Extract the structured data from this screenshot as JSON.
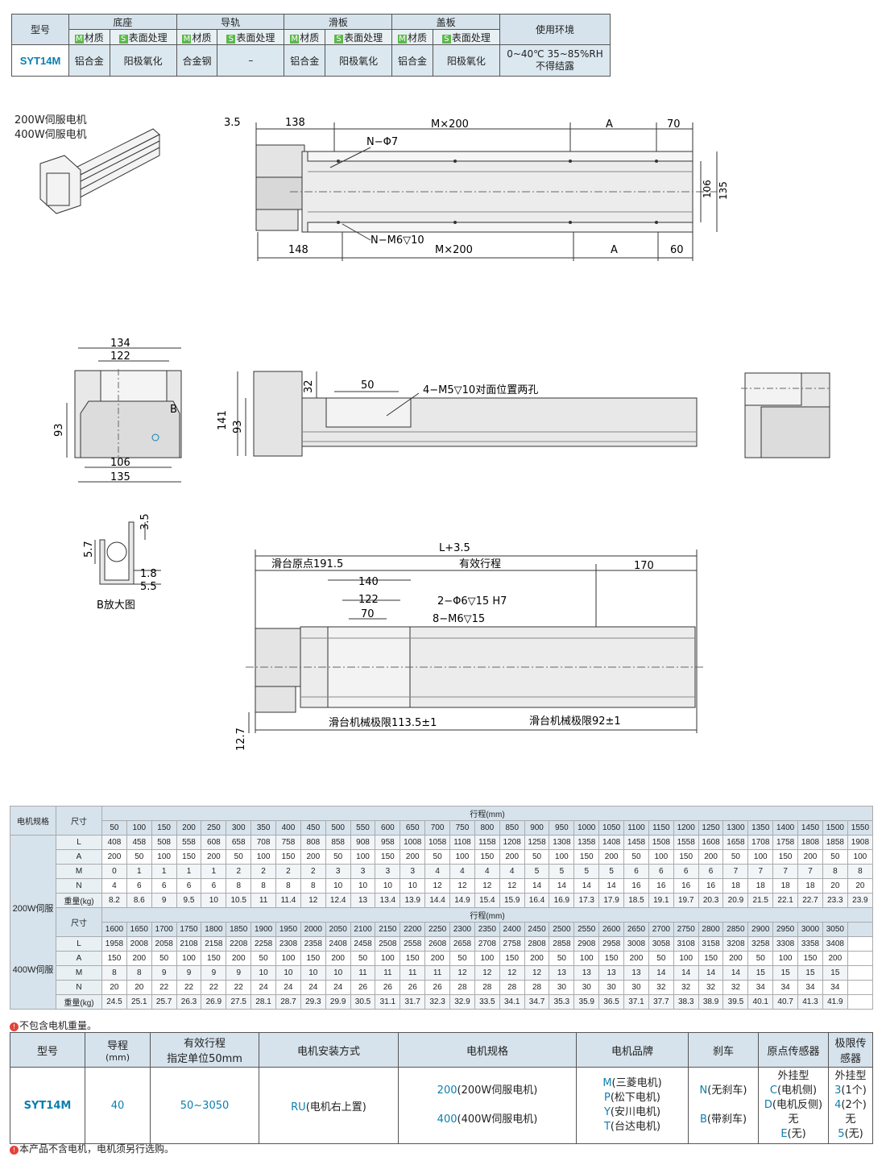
{
  "spec_table": {
    "model_header": "型号",
    "groups": [
      "底座",
      "导轨",
      "滑板",
      "盖板"
    ],
    "env_header": "使用环境",
    "sub_m": "材质",
    "sub_s": "表面处理",
    "tag_m": "M",
    "tag_s": "S",
    "model": "SYT14M",
    "values": [
      "铝合金",
      "阳极氧化",
      "合金钢",
      "–",
      "铝合金",
      "阳极氧化",
      "铝合金",
      "阳极氧化"
    ],
    "env_line1": "0~40℃ 35~85%RH",
    "env_line2": "不得结露"
  },
  "motor_labels": [
    "200W伺服电机",
    "400W伺服电机"
  ],
  "drawing": {
    "top_view": {
      "dims_top": [
        "3.5",
        "138",
        "M×200",
        "A",
        "70"
      ],
      "dims_bottom": [
        "148",
        "M×200",
        "A",
        "60"
      ],
      "hole_top": "N−Φ7",
      "hole_bottom": "N−M6▽10",
      "dims_right": [
        "106",
        "135"
      ]
    },
    "end_view": {
      "dims": [
        "134",
        "122",
        "93",
        "106",
        "135"
      ],
      "callout": "B"
    },
    "side_view": {
      "dims": [
        "32",
        "50",
        "141",
        "93"
      ],
      "note": "4−M5▽10对面位置两孔"
    },
    "detail_b": {
      "dims": [
        "3.5",
        "5.7",
        "1.8",
        "5.5"
      ],
      "caption": "B放大图"
    },
    "bottom_view": {
      "overall": "L+3.5",
      "origin": "滑台原点191.5",
      "stroke": "有效行程",
      "end": "170",
      "dims": [
        "140",
        "122",
        "70"
      ],
      "hole1": "2−Φ6▽15 H7",
      "hole2": "8−M6▽15",
      "limit_left": "滑台机械极限113.5±1",
      "limit_right": "滑台机械极限92±1",
      "height": "12.7"
    }
  },
  "stroke_table": {
    "motor_header": "电机规格",
    "dim_header": "尺寸",
    "stroke_header": "行程(mm)",
    "row_labels": [
      "L",
      "A",
      "M",
      "N",
      "重量(kg)"
    ],
    "side_label1": "200W伺服",
    "side_label2": "400W伺服",
    "block1": {
      "strokes": [
        "50",
        "100",
        "150",
        "200",
        "250",
        "300",
        "350",
        "400",
        "450",
        "500",
        "550",
        "600",
        "650",
        "700",
        "750",
        "800",
        "850",
        "900",
        "950",
        "1000",
        "1050",
        "1100",
        "1150",
        "1200",
        "1250",
        "1300",
        "1350",
        "1400",
        "1450",
        "1500",
        "1550"
      ],
      "L": [
        "408",
        "458",
        "508",
        "558",
        "608",
        "658",
        "708",
        "758",
        "808",
        "858",
        "908",
        "958",
        "1008",
        "1058",
        "1108",
        "1158",
        "1208",
        "1258",
        "1308",
        "1358",
        "1408",
        "1458",
        "1508",
        "1558",
        "1608",
        "1658",
        "1708",
        "1758",
        "1808",
        "1858",
        "1908"
      ],
      "A": [
        "200",
        "50",
        "100",
        "150",
        "200",
        "50",
        "100",
        "150",
        "200",
        "50",
        "100",
        "150",
        "200",
        "50",
        "100",
        "150",
        "200",
        "50",
        "100",
        "150",
        "200",
        "50",
        "100",
        "150",
        "200",
        "50",
        "100",
        "150",
        "200",
        "50",
        "100"
      ],
      "M": [
        "0",
        "1",
        "1",
        "1",
        "1",
        "2",
        "2",
        "2",
        "2",
        "3",
        "3",
        "3",
        "3",
        "4",
        "4",
        "4",
        "4",
        "5",
        "5",
        "5",
        "5",
        "6",
        "6",
        "6",
        "6",
        "7",
        "7",
        "7",
        "7",
        "8",
        "8"
      ],
      "N": [
        "4",
        "6",
        "6",
        "6",
        "6",
        "8",
        "8",
        "8",
        "8",
        "10",
        "10",
        "10",
        "10",
        "12",
        "12",
        "12",
        "12",
        "14",
        "14",
        "14",
        "14",
        "16",
        "16",
        "16",
        "16",
        "18",
        "18",
        "18",
        "18",
        "20",
        "20"
      ],
      "W": [
        "8.2",
        "8.6",
        "9",
        "9.5",
        "10",
        "10.5",
        "11",
        "11.4",
        "12",
        "12.4",
        "13",
        "13.4",
        "13.9",
        "14.4",
        "14.9",
        "15.4",
        "15.9",
        "16.4",
        "16.9",
        "17.3",
        "17.9",
        "18.5",
        "19.1",
        "19.7",
        "20.3",
        "20.9",
        "21.5",
        "22.1",
        "22.7",
        "23.3",
        "23.9"
      ]
    },
    "block2": {
      "strokes": [
        "1600",
        "1650",
        "1700",
        "1750",
        "1800",
        "1850",
        "1900",
        "1950",
        "2000",
        "2050",
        "2100",
        "2150",
        "2200",
        "2250",
        "2300",
        "2350",
        "2400",
        "2450",
        "2500",
        "2550",
        "2600",
        "2650",
        "2700",
        "2750",
        "2800",
        "2850",
        "2900",
        "2950",
        "3000",
        "3050"
      ],
      "L": [
        "1958",
        "2008",
        "2058",
        "2108",
        "2158",
        "2208",
        "2258",
        "2308",
        "2358",
        "2408",
        "2458",
        "2508",
        "2558",
        "2608",
        "2658",
        "2708",
        "2758",
        "2808",
        "2858",
        "2908",
        "2958",
        "3008",
        "3058",
        "3108",
        "3158",
        "3208",
        "3258",
        "3308",
        "3358",
        "3408"
      ],
      "A": [
        "150",
        "200",
        "50",
        "100",
        "150",
        "200",
        "50",
        "100",
        "150",
        "200",
        "50",
        "100",
        "150",
        "200",
        "50",
        "100",
        "150",
        "200",
        "50",
        "100",
        "150",
        "200",
        "50",
        "100",
        "150",
        "200",
        "50",
        "100",
        "150",
        "200"
      ],
      "M": [
        "8",
        "8",
        "9",
        "9",
        "9",
        "9",
        "10",
        "10",
        "10",
        "10",
        "11",
        "11",
        "11",
        "11",
        "12",
        "12",
        "12",
        "12",
        "13",
        "13",
        "13",
        "13",
        "14",
        "14",
        "14",
        "14",
        "15",
        "15",
        "15",
        "15"
      ],
      "N": [
        "20",
        "20",
        "22",
        "22",
        "22",
        "22",
        "24",
        "24",
        "24",
        "24",
        "26",
        "26",
        "26",
        "26",
        "28",
        "28",
        "28",
        "28",
        "30",
        "30",
        "30",
        "30",
        "32",
        "32",
        "32",
        "32",
        "34",
        "34",
        "34",
        "34"
      ],
      "W": [
        "24.5",
        "25.1",
        "25.7",
        "26.3",
        "26.9",
        "27.5",
        "28.1",
        "28.7",
        "29.3",
        "29.9",
        "30.5",
        "31.1",
        "31.7",
        "32.3",
        "32.9",
        "33.5",
        "34.1",
        "34.7",
        "35.3",
        "35.9",
        "36.5",
        "37.1",
        "37.7",
        "38.3",
        "38.9",
        "39.5",
        "40.1",
        "40.7",
        "41.3",
        "41.9"
      ]
    },
    "note_icon": "!",
    "note": "不包含电机重量。"
  },
  "order_table": {
    "headers": [
      "型号",
      "导程",
      "有效行程",
      "电机安装方式",
      "电机规格",
      "电机品牌",
      "刹车",
      "原点传感器",
      "极限传感器"
    ],
    "lead_unit": "(mm)",
    "stroke_sub": "指定单位50mm",
    "model": "SYT14M",
    "lead": "40",
    "stroke_range": "50~3050",
    "mount_code": "RU",
    "mount_text": "(电机右上置)",
    "motors": [
      {
        "code": "200",
        "text": "(200W伺服电机)"
      },
      {
        "code": "400",
        "text": "(400W伺服电机)"
      }
    ],
    "brands": [
      {
        "code": "M",
        "text": "(三菱电机)"
      },
      {
        "code": "P",
        "text": "(松下电机)"
      },
      {
        "code": "Y",
        "text": "(安川电机)"
      },
      {
        "code": "T",
        "text": "(台达电机)"
      }
    ],
    "brakes": [
      {
        "code": "N",
        "text": "(无刹车)"
      },
      {
        "code": "B",
        "text": "(带刹车)"
      }
    ],
    "origin": {
      "title": "外挂型",
      "items": [
        {
          "code": "C",
          "text": "(电机侧)"
        },
        {
          "code": "D",
          "text": "(电机反侧)"
        }
      ],
      "none_title": "无",
      "none_code": "E",
      "none_text": "(无)"
    },
    "limit": {
      "title": "外挂型",
      "items": [
        {
          "code": "3",
          "text": "(1个)"
        },
        {
          "code": "4",
          "text": "(2个)"
        }
      ],
      "none_title": "无",
      "none_code": "5",
      "none_text": "(无)"
    },
    "note_icon": "!",
    "note": "本产品不含电机，电机须另行选购。"
  },
  "colors": {
    "accent": "#0b7fae",
    "header_bg": "#d6e3ec",
    "tag_green": "#5bb84a",
    "note_red": "#e0433b"
  }
}
